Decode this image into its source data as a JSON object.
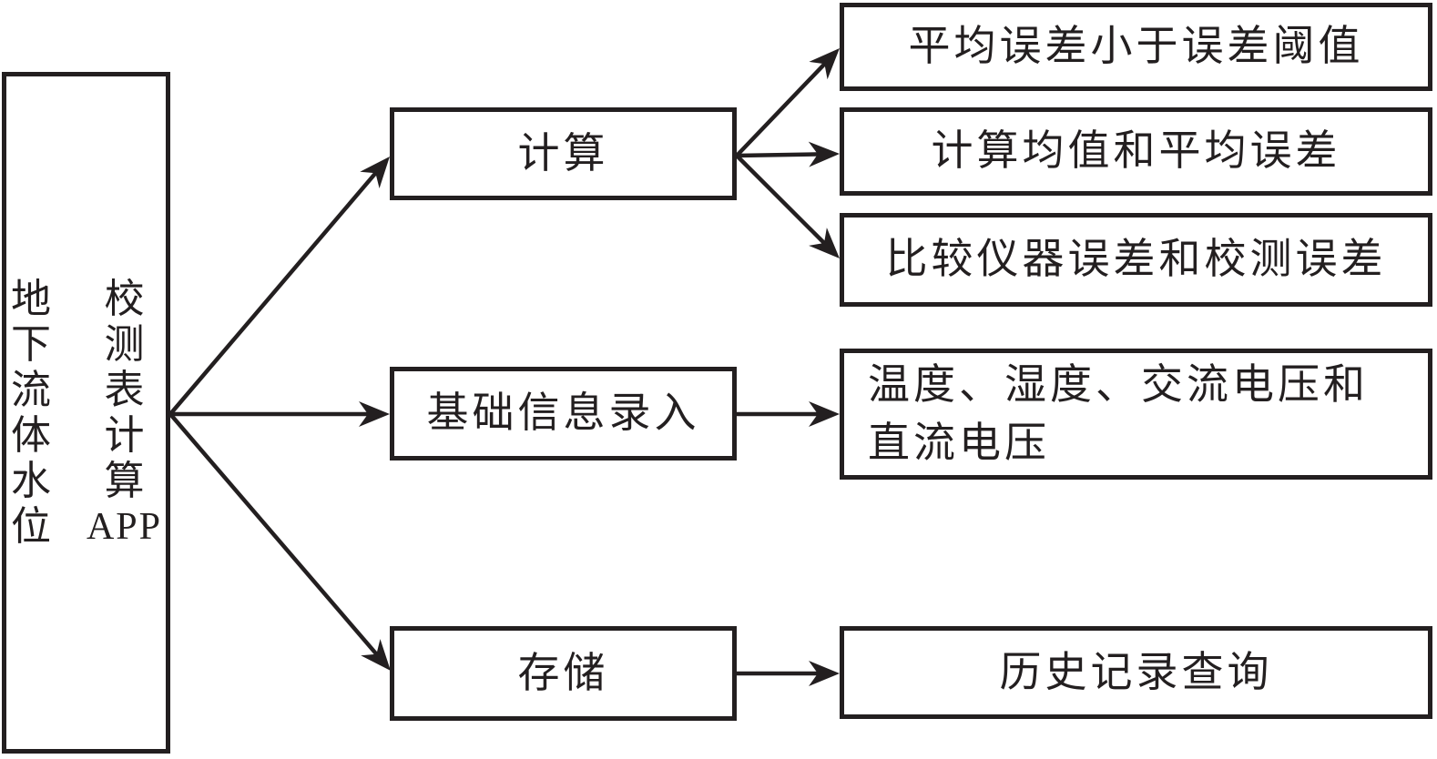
{
  "nodes": {
    "root": {
      "col1": "地下流体水位",
      "col2": "校测表计算",
      "col2_suffix": "APP",
      "full_label": "地下流体水位校测表计算APP"
    },
    "calc": {
      "label": "计算"
    },
    "info": {
      "label": "基础信息录入"
    },
    "store": {
      "label": "存储"
    },
    "r1": {
      "label": "平均误差小于误差阈值"
    },
    "r2": {
      "label": "计算均值和平均误差"
    },
    "r3": {
      "label": "比较仪器误差和校测误差"
    },
    "r4": {
      "label": "温度、湿度、交流电压和直流电压",
      "line1": "温度、湿度、交流电压和",
      "line2": "直流电压"
    },
    "r5": {
      "label": "历史记录查询"
    }
  },
  "edges": [
    {
      "from": "root",
      "to": "calc"
    },
    {
      "from": "root",
      "to": "info"
    },
    {
      "from": "root",
      "to": "store"
    },
    {
      "from": "calc",
      "to": "r1"
    },
    {
      "from": "calc",
      "to": "r2"
    },
    {
      "from": "calc",
      "to": "r3"
    },
    {
      "from": "info",
      "to": "r4"
    },
    {
      "from": "store",
      "to": "r5"
    }
  ],
  "colors": {
    "ink": "#231f20",
    "background": "#ffffff"
  }
}
